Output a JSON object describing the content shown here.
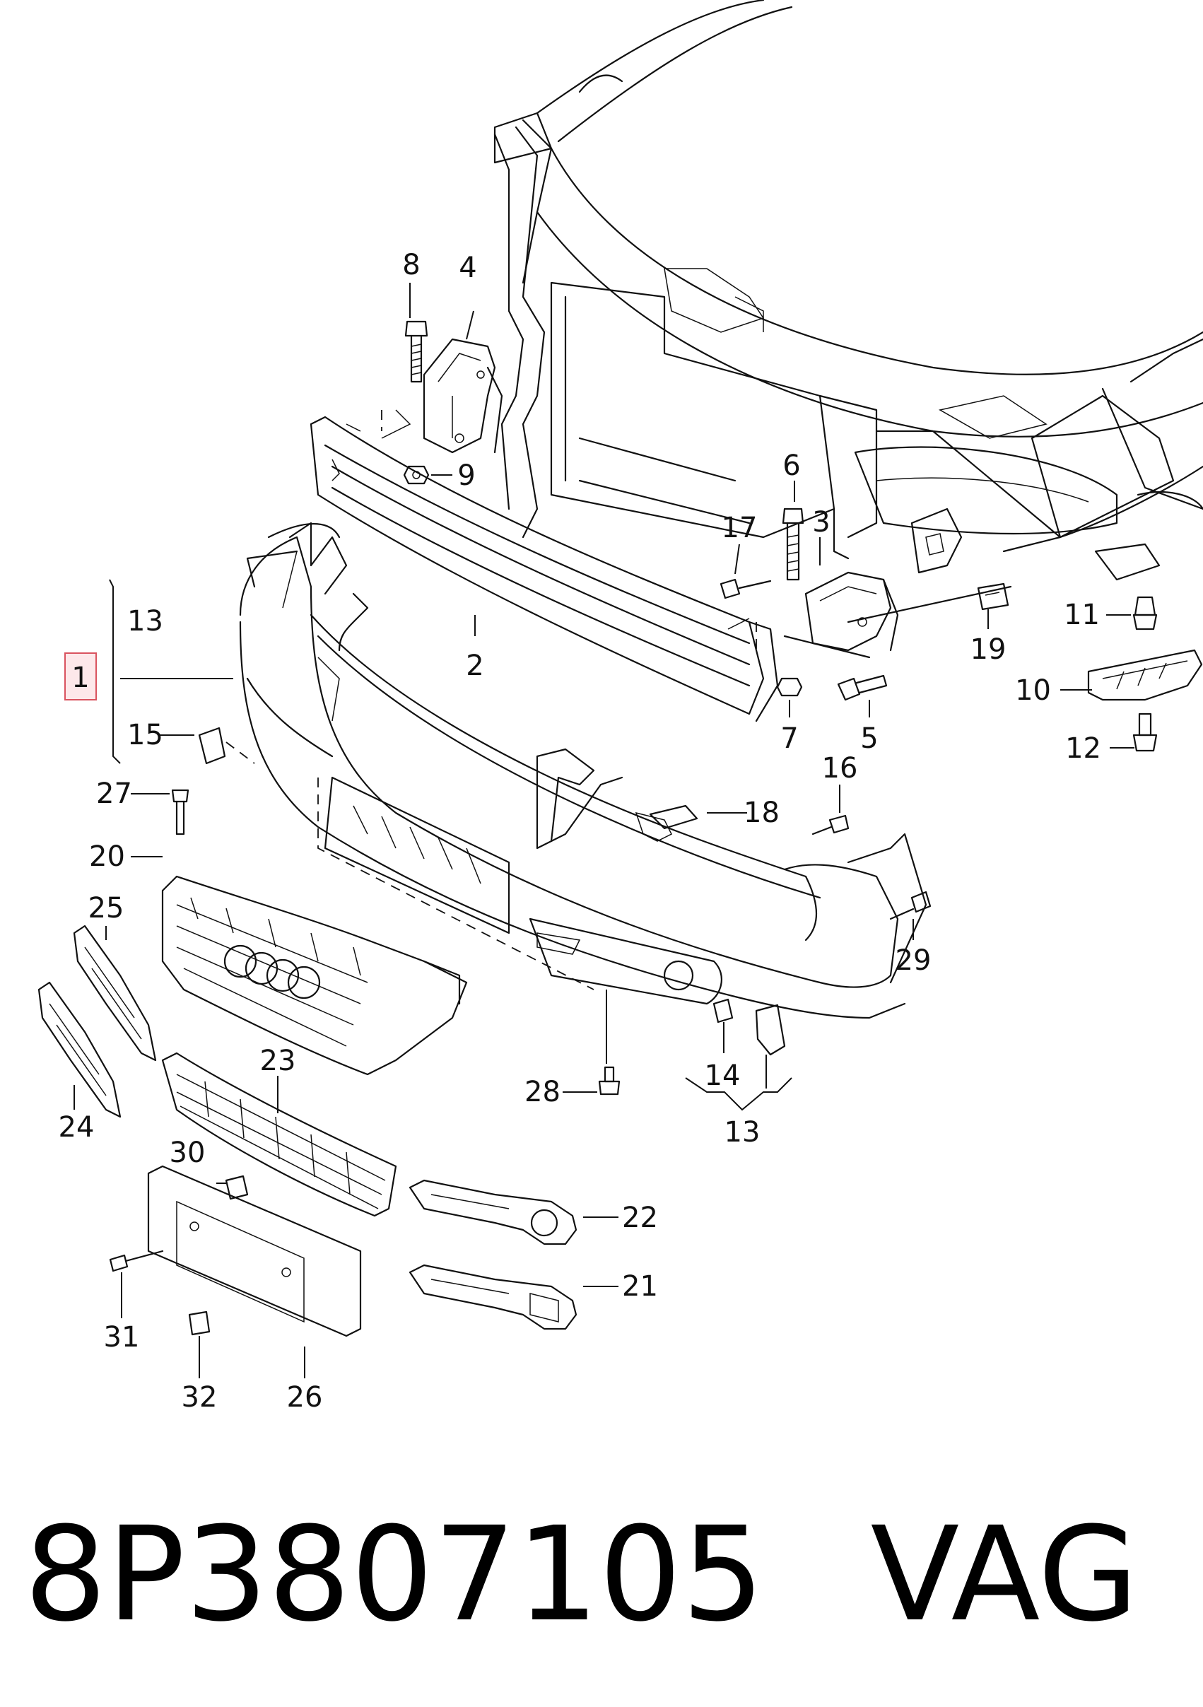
{
  "callouts": {
    "n1": "1",
    "n2": "2",
    "n3": "3",
    "n4": "4",
    "n5": "5",
    "n6": "6",
    "n7": "7",
    "n8": "8",
    "n9": "9",
    "n10": "10",
    "n11": "11",
    "n12": "12",
    "n13a": "13",
    "n13b": "13",
    "n14": "14",
    "n15": "15",
    "n16": "16",
    "n17": "17",
    "n18": "18",
    "n19": "19",
    "n20": "20",
    "n21": "21",
    "n22": "22",
    "n23": "23",
    "n24": "24",
    "n25": "25",
    "n26": "26",
    "n27": "27",
    "n28": "28",
    "n29": "29",
    "n30": "30",
    "n31": "31",
    "n32": "32"
  },
  "footer": {
    "part_number": "8P3807105",
    "brand": "VAG"
  },
  "colors": {
    "line": "#111111",
    "highlight_fill": "#fde8ea",
    "highlight_stroke": "#d9535f"
  }
}
